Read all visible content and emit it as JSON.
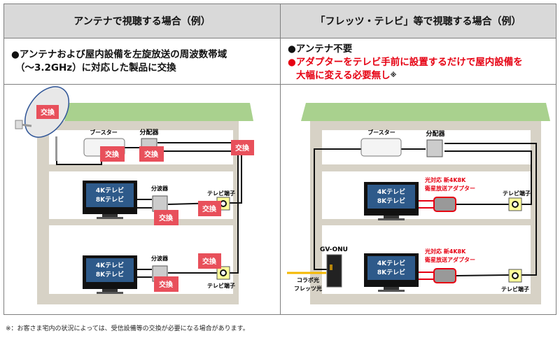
{
  "left": {
    "header": "アンテナで視聴する場合（例）",
    "bullet": "●",
    "desc_line1": "アンテナおよび屋内設備を左旋放送の周波数帯域",
    "desc_line2": "（～3.2GHz）に対応した製品に交換",
    "booster": "ブースター",
    "splitter": "分配器",
    "diplexer": "分波器",
    "outlet": "テレビ端子",
    "tv_line1": "4Kテレビ",
    "tv_line2": "8Kテレビ",
    "replace": "交換"
  },
  "right": {
    "header": "「フレッツ・テレビ」等で視聴する場合（例）",
    "bullet1": "●",
    "desc1": "アンテナ不要",
    "bullet2": "●",
    "desc2_line1": "アダプターをテレビ手前に設置するだけで屋内設備を",
    "desc2_line2": "大幅に変える必要無し",
    "desc2_mark": "※",
    "booster": "ブースター",
    "splitter": "分配器",
    "outlet": "テレビ端子",
    "tv_line1": "4Kテレビ",
    "tv_line2": "8Kテレビ",
    "adapter_line1": "光対応 新4K8K",
    "adapter_line2": "衛星放送アダプター",
    "onu": "GV-ONU",
    "fiber_line1": "コラボ光",
    "fiber_line2": "フレッツ光"
  },
  "footnote": "※：お客さま宅内の状況によっては、受信設備等の交換が必要になる場合があります。",
  "colors": {
    "roof": "#a9d18e",
    "wall": "#d7d2c6",
    "badge": "#e8505b",
    "red": "#e60012",
    "header": "#d9d9d9"
  }
}
